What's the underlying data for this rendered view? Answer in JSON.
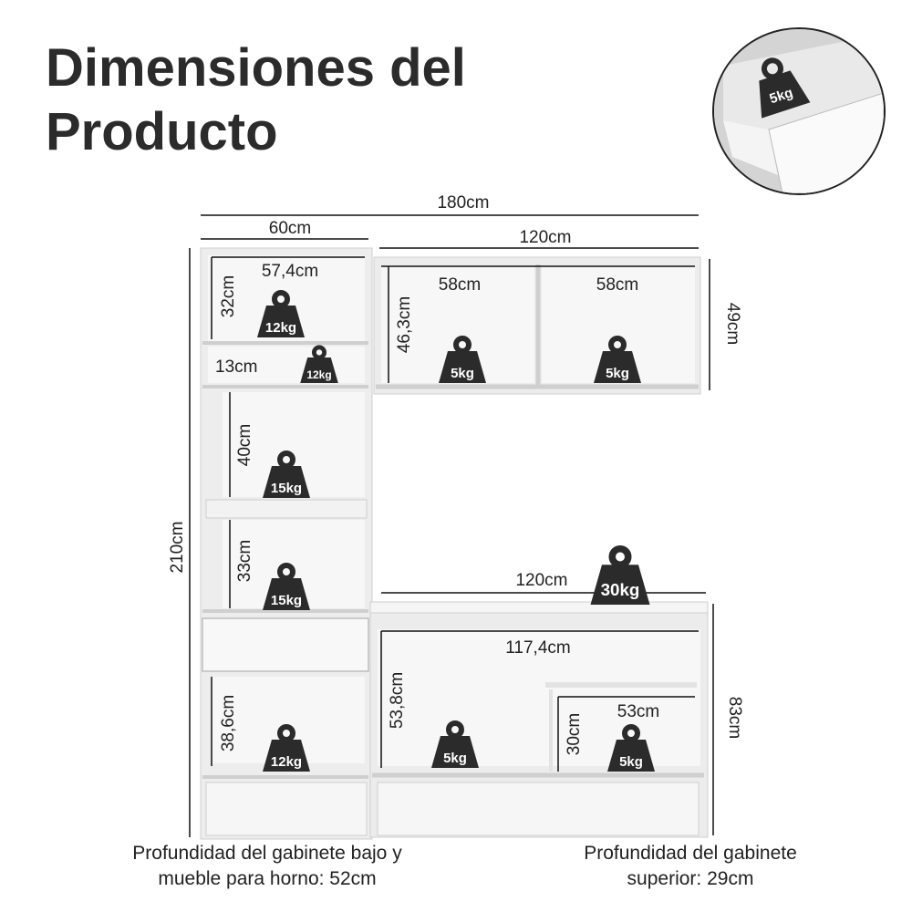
{
  "title": {
    "line1": "Dimensiones del",
    "line2": "Producto"
  },
  "dimensions": {
    "overall_width": "180cm",
    "tall_width": "60cm",
    "top_width": "120cm",
    "tall_inner_width": "57,4cm",
    "tall_top_height": "32cm",
    "tall_small_height": "13cm",
    "tall_mid_height": "40cm",
    "tall_lower_height": "33cm",
    "tall_bottom_height": "38,6cm",
    "upper_inner_width_left": "58cm",
    "upper_inner_width_right": "58cm",
    "upper_inner_height": "46,3cm",
    "upper_height": "49cm",
    "overall_height": "210cm",
    "counter_width": "120cm",
    "base_inner_width": "117,4cm",
    "base_inner_height": "53,8cm",
    "base_sub_width": "53cm",
    "base_sub_height": "30cm",
    "base_height": "83cm"
  },
  "weights": {
    "tall_top": "12kg",
    "tall_small": "12kg",
    "tall_mid": "15kg",
    "tall_lower": "15kg",
    "tall_bottom": "12kg",
    "upper_left": "5kg",
    "upper_right": "5kg",
    "counter_top": "30kg",
    "base_left": "5kg",
    "base_sub": "5kg",
    "drawer_inset": "5kg"
  },
  "notes": {
    "base_depth": "Profundidad del gabinete bajo y mueble para horno: 52cm",
    "upper_depth": "Profundidad del gabinete superior: 29cm"
  },
  "colors": {
    "cabinet": "#f2f2f2",
    "edge": "#cfcfcf",
    "weight_icon": "#2b2b2b",
    "dim_line": "#111111"
  }
}
